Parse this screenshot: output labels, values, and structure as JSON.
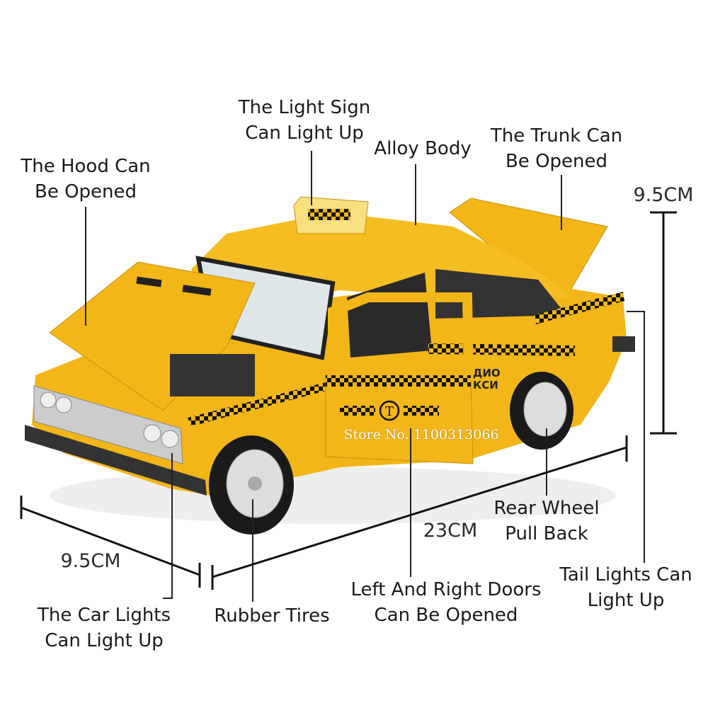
{
  "colors": {
    "body": "#f2b619",
    "body_dark": "#d99a0a",
    "line": "#111111"
  },
  "labels": {
    "light_sign": [
      "The Light Sign",
      "Can Light Up"
    ],
    "alloy_body": "Alloy Body",
    "trunk": [
      "The Trunk Can",
      "Be Opened"
    ],
    "hood": [
      "The Hood Can",
      "Be Opened"
    ],
    "rear_wheel": [
      "Rear Wheel",
      "Pull Back"
    ],
    "tail_lights": [
      "Tail Lights Can",
      "Light Up"
    ],
    "doors": [
      "Left And Right Doors",
      "Can Be Opened"
    ],
    "tires": "Rubber Tires",
    "car_lights": [
      "The Car Lights",
      "Can Light Up"
    ]
  },
  "dimensions": {
    "height": "9.5CM",
    "width": "9.5CM",
    "length": "23CM"
  },
  "car_text": {
    "door_text": [
      "ДИО",
      "КСИ"
    ],
    "badge": "T"
  },
  "watermark": "Store No. 1100313066"
}
